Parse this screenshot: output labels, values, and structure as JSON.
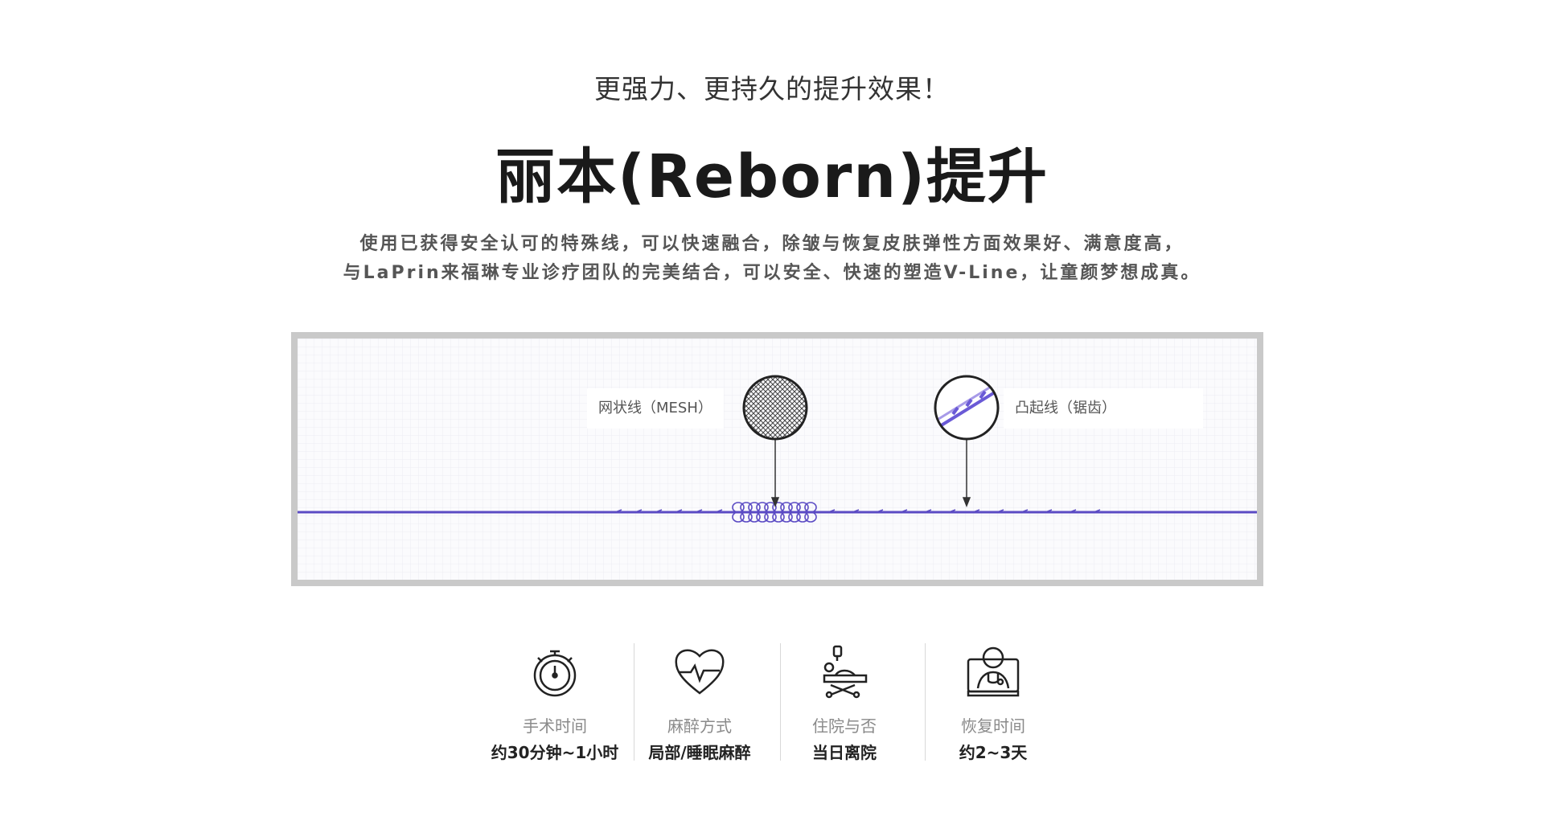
{
  "header": {
    "subtitle": "更强力、更持久的提升效果！",
    "title": "丽本(Reborn)提升",
    "description_line1": "使用已获得安全认可的特殊线，可以快速融合，除皱与恢复皮肤弹性方面效果好、满意度高，",
    "description_line2": "与LaPrin来福琳专业诊疗团队的完美结合，可以安全、快速的塑造V-Line，让童颜梦想成真。"
  },
  "diagram": {
    "mesh_label": "网状线（MESH）",
    "cog_label": "凸起线（锯齿）",
    "colors": {
      "thread": "#5b4bc4",
      "frame": "#c9c9c9",
      "grid": "#e9e9ef"
    }
  },
  "stats": [
    {
      "icon": "stopwatch-icon",
      "label": "手术时间",
      "value": "约30分钟~1小时"
    },
    {
      "icon": "heartbeat-icon",
      "label": "麻醉方式",
      "value": "局部/睡眠麻醉"
    },
    {
      "icon": "hospital-bed-icon",
      "label": "住院与否",
      "value": "当日离院"
    },
    {
      "icon": "doctor-icon",
      "label": "恢复时间",
      "value": "约2~3天"
    }
  ]
}
